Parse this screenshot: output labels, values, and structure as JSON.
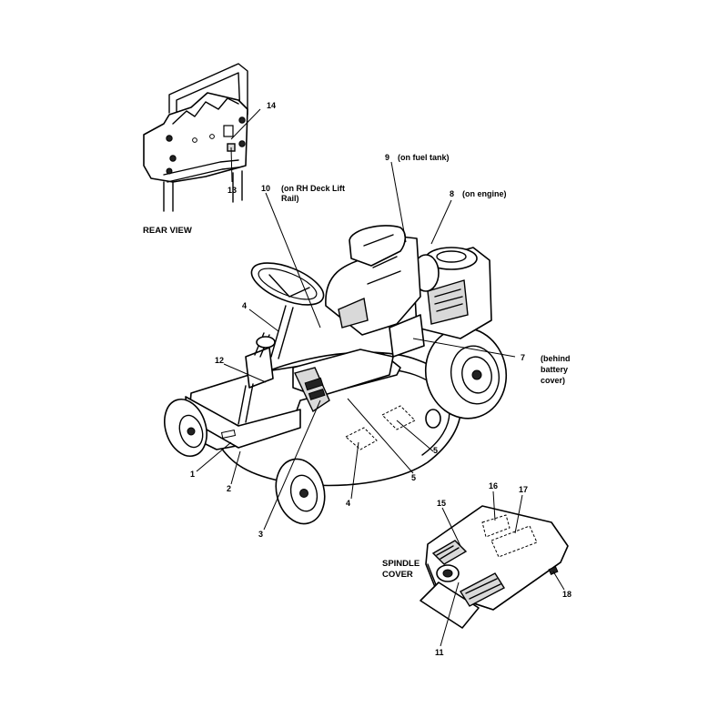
{
  "callouts": {
    "c1": "1",
    "c2": "2",
    "c3": "3",
    "c4a": "4",
    "c4b": "4",
    "c5a": "5",
    "c5b": "5",
    "c7": "7",
    "c8": "8",
    "c9": "9",
    "c10": "10",
    "c11": "11",
    "c12": "12",
    "c13": "13",
    "c14": "14",
    "c15": "15",
    "c16": "16",
    "c17": "17",
    "c18": "18"
  },
  "notes": {
    "n9": "(on fuel tank)",
    "n8": "(on engine)",
    "n10_line1": "(on RH Deck Lift",
    "n10_line2": "Rail)",
    "n7_line1": "(behind",
    "n7_line2": "battery",
    "n7_line3": "cover)"
  },
  "titles": {
    "rear_view": "REAR VIEW",
    "spindle_line1": "SPINDLE",
    "spindle_line2": "COVER"
  }
}
